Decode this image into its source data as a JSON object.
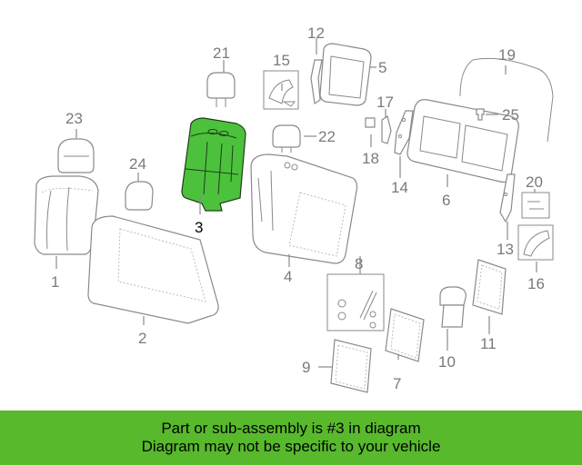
{
  "highlight_color": "#4cc23c",
  "banner_color": "#58b92d",
  "diagram": {
    "callouts": {
      "c1": "1",
      "c2": "2",
      "c3": "3",
      "c4": "4",
      "c5": "5",
      "c6": "6",
      "c7": "7",
      "c8": "8",
      "c9": "9",
      "c10": "10",
      "c11": "11",
      "c12": "12",
      "c13": "13",
      "c14": "14",
      "c15": "15",
      "c16": "16",
      "c17": "17",
      "c18": "18",
      "c19": "19",
      "c20": "20",
      "c21": "21",
      "c22": "22",
      "c23": "23",
      "c24": "24",
      "c25": "25"
    },
    "highlighted_part": "3"
  },
  "banner": {
    "line1": "Part or sub-assembly is #3 in diagram",
    "line2": "Diagram may not be specific to your vehicle"
  }
}
